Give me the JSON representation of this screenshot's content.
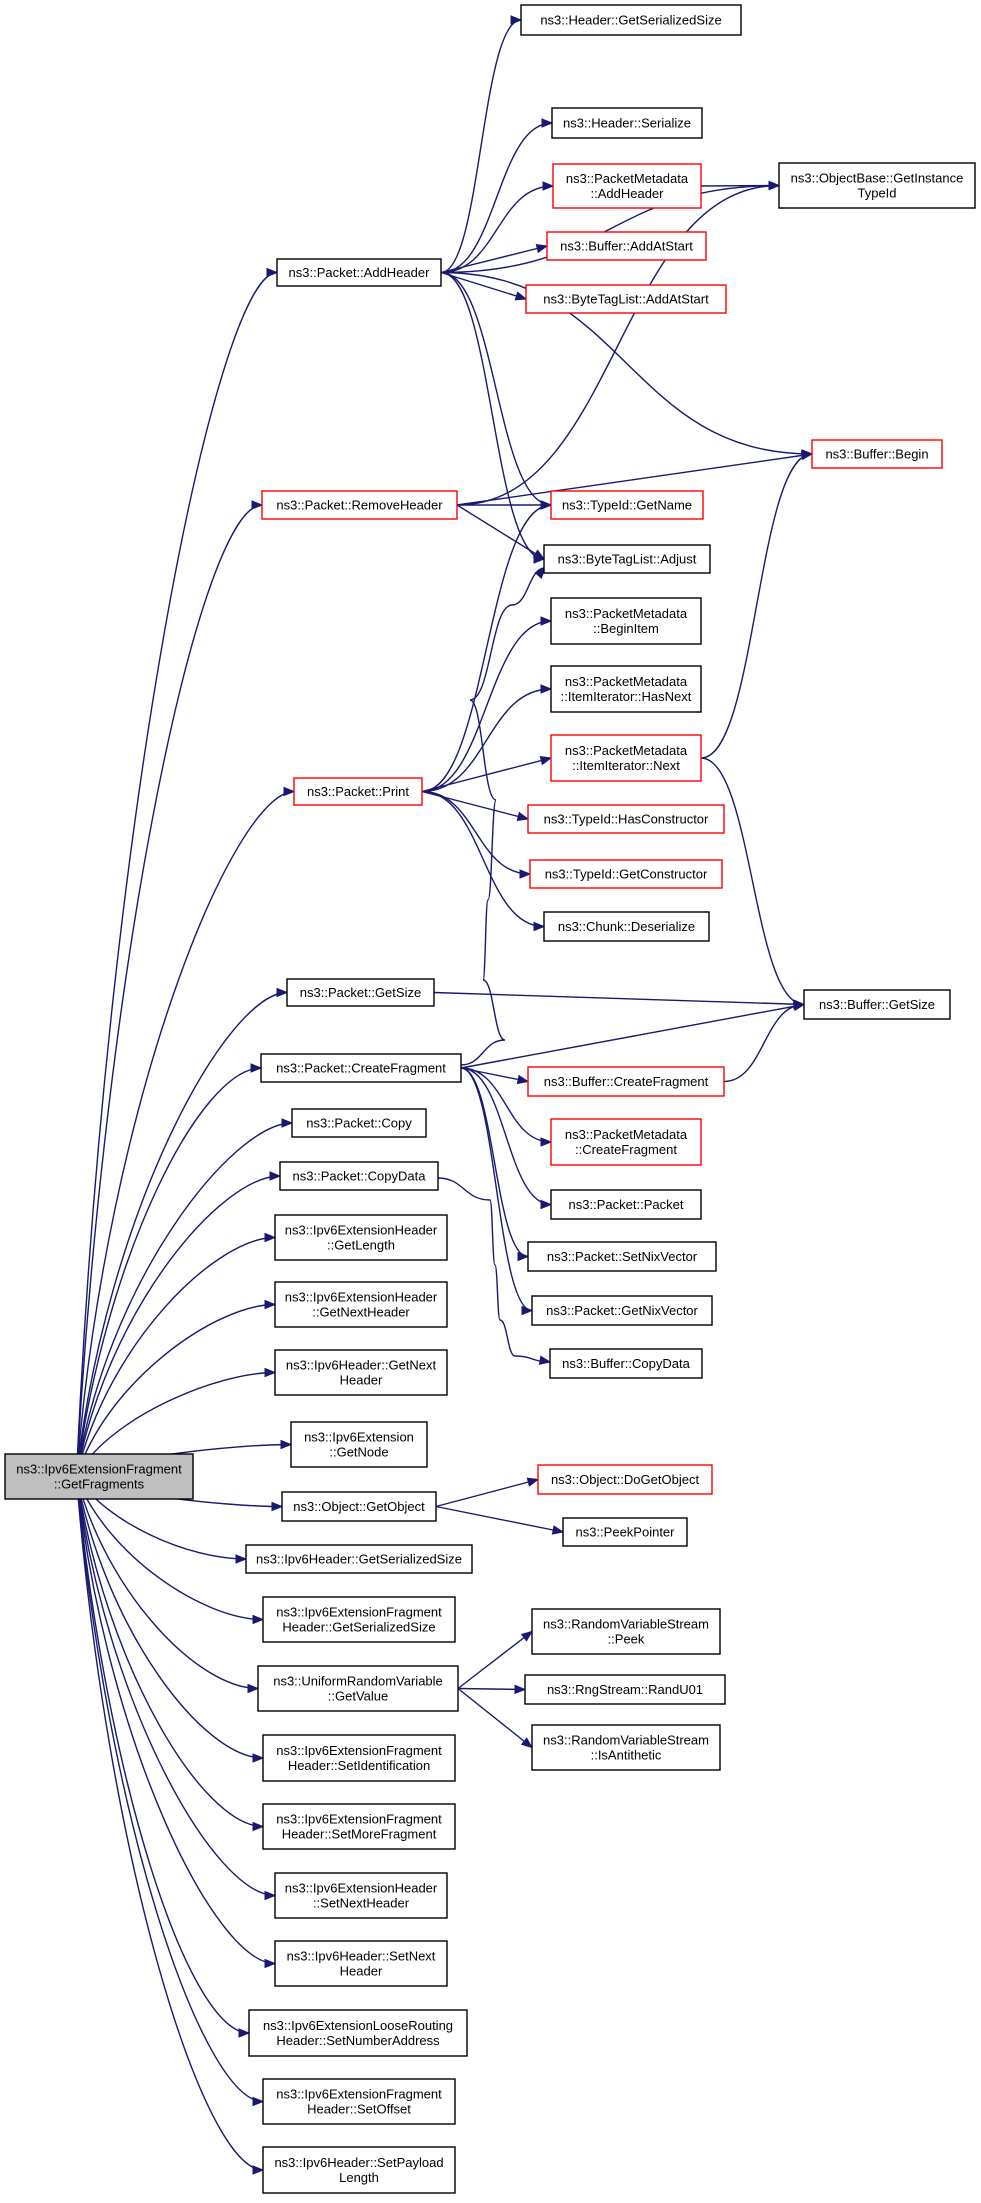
{
  "colors": {
    "edge": "#191970",
    "normal_border": "#000000",
    "incomplete_border": "#ff0000",
    "root_fill": "#bfbfbf",
    "node_fill": "#ffffff"
  },
  "nodes": [
    {
      "id": "root",
      "lines": [
        "ns3::Ipv6ExtensionFragment",
        "::GetFragments"
      ],
      "kind": "root"
    },
    {
      "id": "hdr_getser",
      "lines": [
        "ns3::Header::GetSerializedSize"
      ],
      "kind": "normal"
    },
    {
      "id": "hdr_ser",
      "lines": [
        "ns3::Header::Serialize"
      ],
      "kind": "normal"
    },
    {
      "id": "pm_addheader",
      "lines": [
        "ns3::PacketMetadata",
        "::AddHeader"
      ],
      "kind": "incomplete"
    },
    {
      "id": "objbase_getinst",
      "lines": [
        "ns3::ObjectBase::GetInstance",
        "TypeId"
      ],
      "kind": "normal"
    },
    {
      "id": "buf_addatstart",
      "lines": [
        "ns3::Buffer::AddAtStart"
      ],
      "kind": "incomplete"
    },
    {
      "id": "btl_addatstart",
      "lines": [
        "ns3::ByteTagList::AddAtStart"
      ],
      "kind": "incomplete"
    },
    {
      "id": "pkt_addheader",
      "lines": [
        "ns3::Packet::AddHeader"
      ],
      "kind": "normal"
    },
    {
      "id": "buf_begin",
      "lines": [
        "ns3::Buffer::Begin"
      ],
      "kind": "incomplete"
    },
    {
      "id": "pkt_removeheader",
      "lines": [
        "ns3::Packet::RemoveHeader"
      ],
      "kind": "incomplete"
    },
    {
      "id": "typeid_getname",
      "lines": [
        "ns3::TypeId::GetName"
      ],
      "kind": "incomplete"
    },
    {
      "id": "btl_adjust",
      "lines": [
        "ns3::ByteTagList::Adjust"
      ],
      "kind": "normal"
    },
    {
      "id": "pm_beginitem",
      "lines": [
        "ns3::PacketMetadata",
        "::BeginItem"
      ],
      "kind": "normal"
    },
    {
      "id": "pm_hasnext",
      "lines": [
        "ns3::PacketMetadata",
        "::ItemIterator::HasNext"
      ],
      "kind": "normal"
    },
    {
      "id": "pm_next",
      "lines": [
        "ns3::PacketMetadata",
        "::ItemIterator::Next"
      ],
      "kind": "incomplete"
    },
    {
      "id": "pkt_print",
      "lines": [
        "ns3::Packet::Print"
      ],
      "kind": "incomplete"
    },
    {
      "id": "typeid_hascons",
      "lines": [
        "ns3::TypeId::HasConstructor"
      ],
      "kind": "incomplete"
    },
    {
      "id": "typeid_getcons",
      "lines": [
        "ns3::TypeId::GetConstructor"
      ],
      "kind": "incomplete"
    },
    {
      "id": "chunk_deser",
      "lines": [
        "ns3::Chunk::Deserialize"
      ],
      "kind": "normal"
    },
    {
      "id": "pkt_getsize",
      "lines": [
        "ns3::Packet::GetSize"
      ],
      "kind": "normal"
    },
    {
      "id": "buf_getsize",
      "lines": [
        "ns3::Buffer::GetSize"
      ],
      "kind": "normal"
    },
    {
      "id": "pkt_createfrag",
      "lines": [
        "ns3::Packet::CreateFragment"
      ],
      "kind": "normal"
    },
    {
      "id": "buf_createfrag",
      "lines": [
        "ns3::Buffer::CreateFragment"
      ],
      "kind": "incomplete"
    },
    {
      "id": "pm_createfrag",
      "lines": [
        "ns3::PacketMetadata",
        "::CreateFragment"
      ],
      "kind": "incomplete"
    },
    {
      "id": "pkt_copy",
      "lines": [
        "ns3::Packet::Copy"
      ],
      "kind": "normal"
    },
    {
      "id": "pkt_packet",
      "lines": [
        "ns3::Packet::Packet"
      ],
      "kind": "normal"
    },
    {
      "id": "pkt_copydata",
      "lines": [
        "ns3::Packet::CopyData"
      ],
      "kind": "normal"
    },
    {
      "id": "pkt_setnix",
      "lines": [
        "ns3::Packet::SetNixVector"
      ],
      "kind": "normal"
    },
    {
      "id": "ext_getlength",
      "lines": [
        "ns3::Ipv6ExtensionHeader",
        "::GetLength"
      ],
      "kind": "normal"
    },
    {
      "id": "pkt_getnix",
      "lines": [
        "ns3::Packet::GetNixVector"
      ],
      "kind": "normal"
    },
    {
      "id": "ext_getnexthdr",
      "lines": [
        "ns3::Ipv6ExtensionHeader",
        "::GetNextHeader"
      ],
      "kind": "normal"
    },
    {
      "id": "buf_copydata",
      "lines": [
        "ns3::Buffer::CopyData"
      ],
      "kind": "normal"
    },
    {
      "id": "ipv6_getnexthdr",
      "lines": [
        "ns3::Ipv6Header::GetNext",
        "Header"
      ],
      "kind": "normal"
    },
    {
      "id": "ext_getnode",
      "lines": [
        "ns3::Ipv6Extension",
        "::GetNode"
      ],
      "kind": "normal"
    },
    {
      "id": "obj_dogetobj",
      "lines": [
        "ns3::Object::DoGetObject"
      ],
      "kind": "incomplete"
    },
    {
      "id": "obj_getobj",
      "lines": [
        "ns3::Object::GetObject"
      ],
      "kind": "normal"
    },
    {
      "id": "peekptr",
      "lines": [
        "ns3::PeekPointer"
      ],
      "kind": "normal"
    },
    {
      "id": "ipv6_getser",
      "lines": [
        "ns3::Ipv6Header::GetSerializedSize"
      ],
      "kind": "normal"
    },
    {
      "id": "frag_getser",
      "lines": [
        "ns3::Ipv6ExtensionFragment",
        "Header::GetSerializedSize"
      ],
      "kind": "normal"
    },
    {
      "id": "rvs_peek",
      "lines": [
        "ns3::RandomVariableStream",
        "::Peek"
      ],
      "kind": "normal"
    },
    {
      "id": "urv_getvalue",
      "lines": [
        "ns3::UniformRandomVariable",
        "::GetValue"
      ],
      "kind": "normal"
    },
    {
      "id": "rng_randu01",
      "lines": [
        "ns3::RngStream::RandU01"
      ],
      "kind": "normal"
    },
    {
      "id": "rvs_isanti",
      "lines": [
        "ns3::RandomVariableStream",
        "::IsAntithetic"
      ],
      "kind": "normal"
    },
    {
      "id": "frag_setid",
      "lines": [
        "ns3::Ipv6ExtensionFragment",
        "Header::SetIdentification"
      ],
      "kind": "normal"
    },
    {
      "id": "frag_setmore",
      "lines": [
        "ns3::Ipv6ExtensionFragment",
        "Header::SetMoreFragment"
      ],
      "kind": "normal"
    },
    {
      "id": "ext_setnexthdr",
      "lines": [
        "ns3::Ipv6ExtensionHeader",
        "::SetNextHeader"
      ],
      "kind": "normal"
    },
    {
      "id": "ipv6_setnexthdr",
      "lines": [
        "ns3::Ipv6Header::SetNext",
        "Header"
      ],
      "kind": "normal"
    },
    {
      "id": "loose_setnum",
      "lines": [
        "ns3::Ipv6ExtensionLooseRouting",
        "Header::SetNumberAddress"
      ],
      "kind": "normal"
    },
    {
      "id": "frag_setoffset",
      "lines": [
        "ns3::Ipv6ExtensionFragment",
        "Header::SetOffset"
      ],
      "kind": "normal"
    },
    {
      "id": "ipv6_setpayload",
      "lines": [
        "ns3::Ipv6Header::SetPayload",
        "Length"
      ],
      "kind": "normal"
    }
  ],
  "edges": [
    [
      "root",
      "pkt_addheader"
    ],
    [
      "root",
      "pkt_removeheader"
    ],
    [
      "root",
      "pkt_print"
    ],
    [
      "root",
      "pkt_getsize"
    ],
    [
      "root",
      "pkt_createfrag"
    ],
    [
      "root",
      "pkt_copy"
    ],
    [
      "root",
      "pkt_copydata"
    ],
    [
      "root",
      "ext_getlength"
    ],
    [
      "root",
      "ext_getnexthdr"
    ],
    [
      "root",
      "ipv6_getnexthdr"
    ],
    [
      "root",
      "ext_getnode"
    ],
    [
      "root",
      "obj_getobj"
    ],
    [
      "root",
      "ipv6_getser"
    ],
    [
      "root",
      "frag_getser"
    ],
    [
      "root",
      "urv_getvalue"
    ],
    [
      "root",
      "frag_setid"
    ],
    [
      "root",
      "frag_setmore"
    ],
    [
      "root",
      "ext_setnexthdr"
    ],
    [
      "root",
      "ipv6_setnexthdr"
    ],
    [
      "root",
      "loose_setnum"
    ],
    [
      "root",
      "frag_setoffset"
    ],
    [
      "root",
      "ipv6_setpayload"
    ],
    [
      "pkt_addheader",
      "hdr_getser"
    ],
    [
      "pkt_addheader",
      "objbase_getinst"
    ],
    [
      "pkt_addheader",
      "hdr_ser"
    ],
    [
      "pkt_addheader",
      "pm_addheader"
    ],
    [
      "pkt_addheader",
      "buf_addatstart"
    ],
    [
      "pkt_addheader",
      "btl_addatstart"
    ],
    [
      "pkt_addheader",
      "buf_begin"
    ],
    [
      "pkt_addheader",
      "typeid_getname"
    ],
    [
      "pkt_addheader",
      "btl_adjust"
    ],
    [
      "pm_addheader",
      "objbase_getinst"
    ],
    [
      "pkt_removeheader",
      "objbase_getinst"
    ],
    [
      "pkt_removeheader",
      "buf_begin"
    ],
    [
      "pkt_removeheader",
      "typeid_getname"
    ],
    [
      "pkt_removeheader",
      "btl_adjust"
    ],
    [
      "pkt_print",
      "typeid_getname"
    ],
    [
      "pkt_print",
      "pm_beginitem"
    ],
    [
      "pkt_print",
      "pm_hasnext"
    ],
    [
      "pkt_print",
      "pm_next"
    ],
    [
      "pkt_print",
      "typeid_hascons"
    ],
    [
      "pkt_print",
      "typeid_getcons"
    ],
    [
      "pkt_print",
      "chunk_deser"
    ],
    [
      "pm_next",
      "buf_begin"
    ],
    [
      "pm_next",
      "buf_getsize"
    ],
    [
      "pkt_getsize",
      "buf_getsize"
    ],
    [
      "pkt_createfrag",
      "btl_adjust"
    ],
    [
      "pkt_createfrag",
      "buf_getsize"
    ],
    [
      "pkt_createfrag",
      "buf_createfrag"
    ],
    [
      "pkt_createfrag",
      "pm_createfrag"
    ],
    [
      "pkt_createfrag",
      "pkt_packet"
    ],
    [
      "pkt_createfrag",
      "pkt_setnix"
    ],
    [
      "pkt_createfrag",
      "pkt_getnix"
    ],
    [
      "buf_createfrag",
      "buf_getsize"
    ],
    [
      "pkt_copydata",
      "buf_copydata"
    ],
    [
      "obj_getobj",
      "obj_dogetobj"
    ],
    [
      "obj_getobj",
      "peekptr"
    ],
    [
      "urv_getvalue",
      "rvs_peek"
    ],
    [
      "urv_getvalue",
      "rng_randu01"
    ],
    [
      "urv_getvalue",
      "rvs_isanti"
    ]
  ]
}
